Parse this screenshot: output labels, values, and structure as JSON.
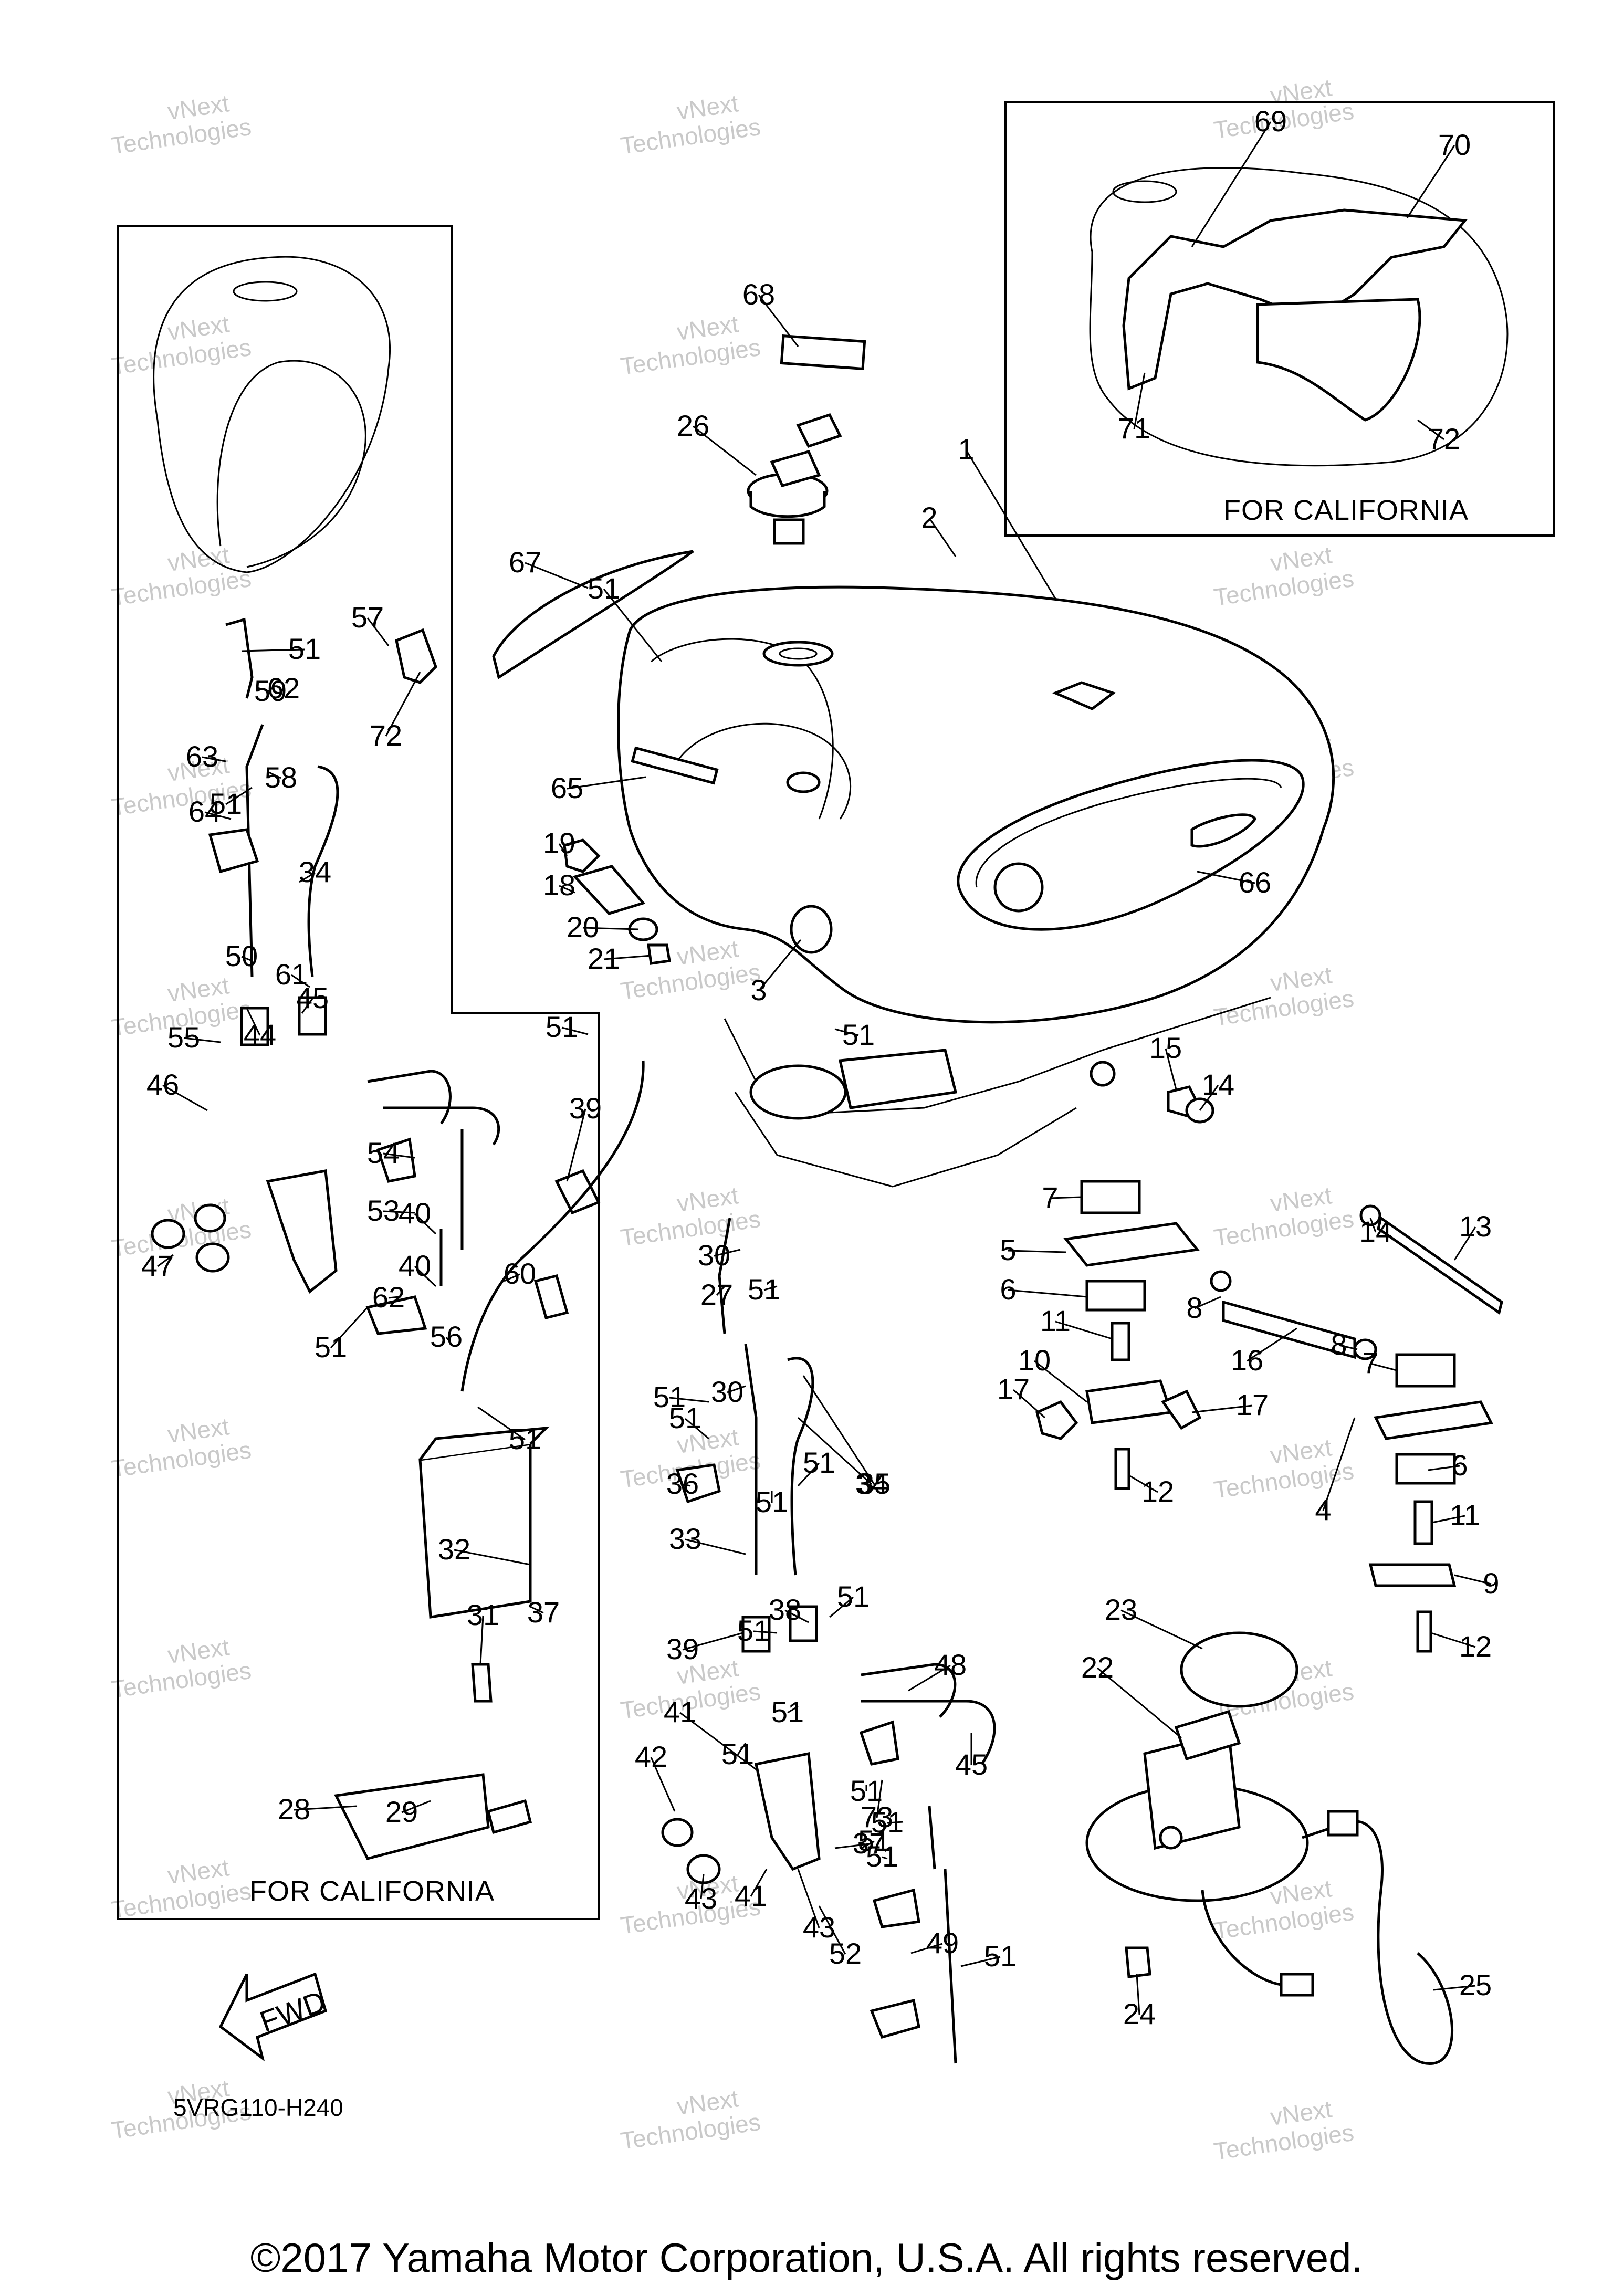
{
  "diagram_code": "5VRG110-H240",
  "copyright": "©2017 Yamaha Motor Corporation, U.S.A. All rights reserved.",
  "fwd_label": "FWD",
  "california_label": "FOR CALIFORNIA",
  "watermark": [
    "vNext",
    "Technologies"
  ],
  "callouts": [
    "1",
    "2",
    "3",
    "4",
    "5",
    "6",
    "6",
    "7",
    "7",
    "8",
    "8",
    "9",
    "10",
    "11",
    "11",
    "12",
    "12",
    "13",
    "14",
    "14",
    "15",
    "16",
    "17",
    "17",
    "18",
    "19",
    "20",
    "21",
    "22",
    "23",
    "24",
    "25",
    "26",
    "27",
    "28",
    "29",
    "30",
    "30",
    "31",
    "32",
    "33",
    "34",
    "34",
    "35",
    "36",
    "37",
    "37",
    "38",
    "39",
    "39",
    "40",
    "40",
    "41",
    "41",
    "42",
    "43",
    "43",
    "44",
    "45",
    "45",
    "46",
    "47",
    "48",
    "49",
    "50",
    "51",
    "51",
    "51",
    "51",
    "51",
    "51",
    "51",
    "51",
    "51",
    "51",
    "51",
    "51",
    "51",
    "51",
    "51",
    "51",
    "51",
    "51",
    "51",
    "51",
    "51",
    "52",
    "53",
    "54",
    "55",
    "56",
    "57",
    "58",
    "59",
    "60",
    "61",
    "62",
    "62",
    "63",
    "64",
    "65",
    "66",
    "67",
    "68",
    "69",
    "70",
    "71",
    "72",
    "72",
    "73"
  ]
}
